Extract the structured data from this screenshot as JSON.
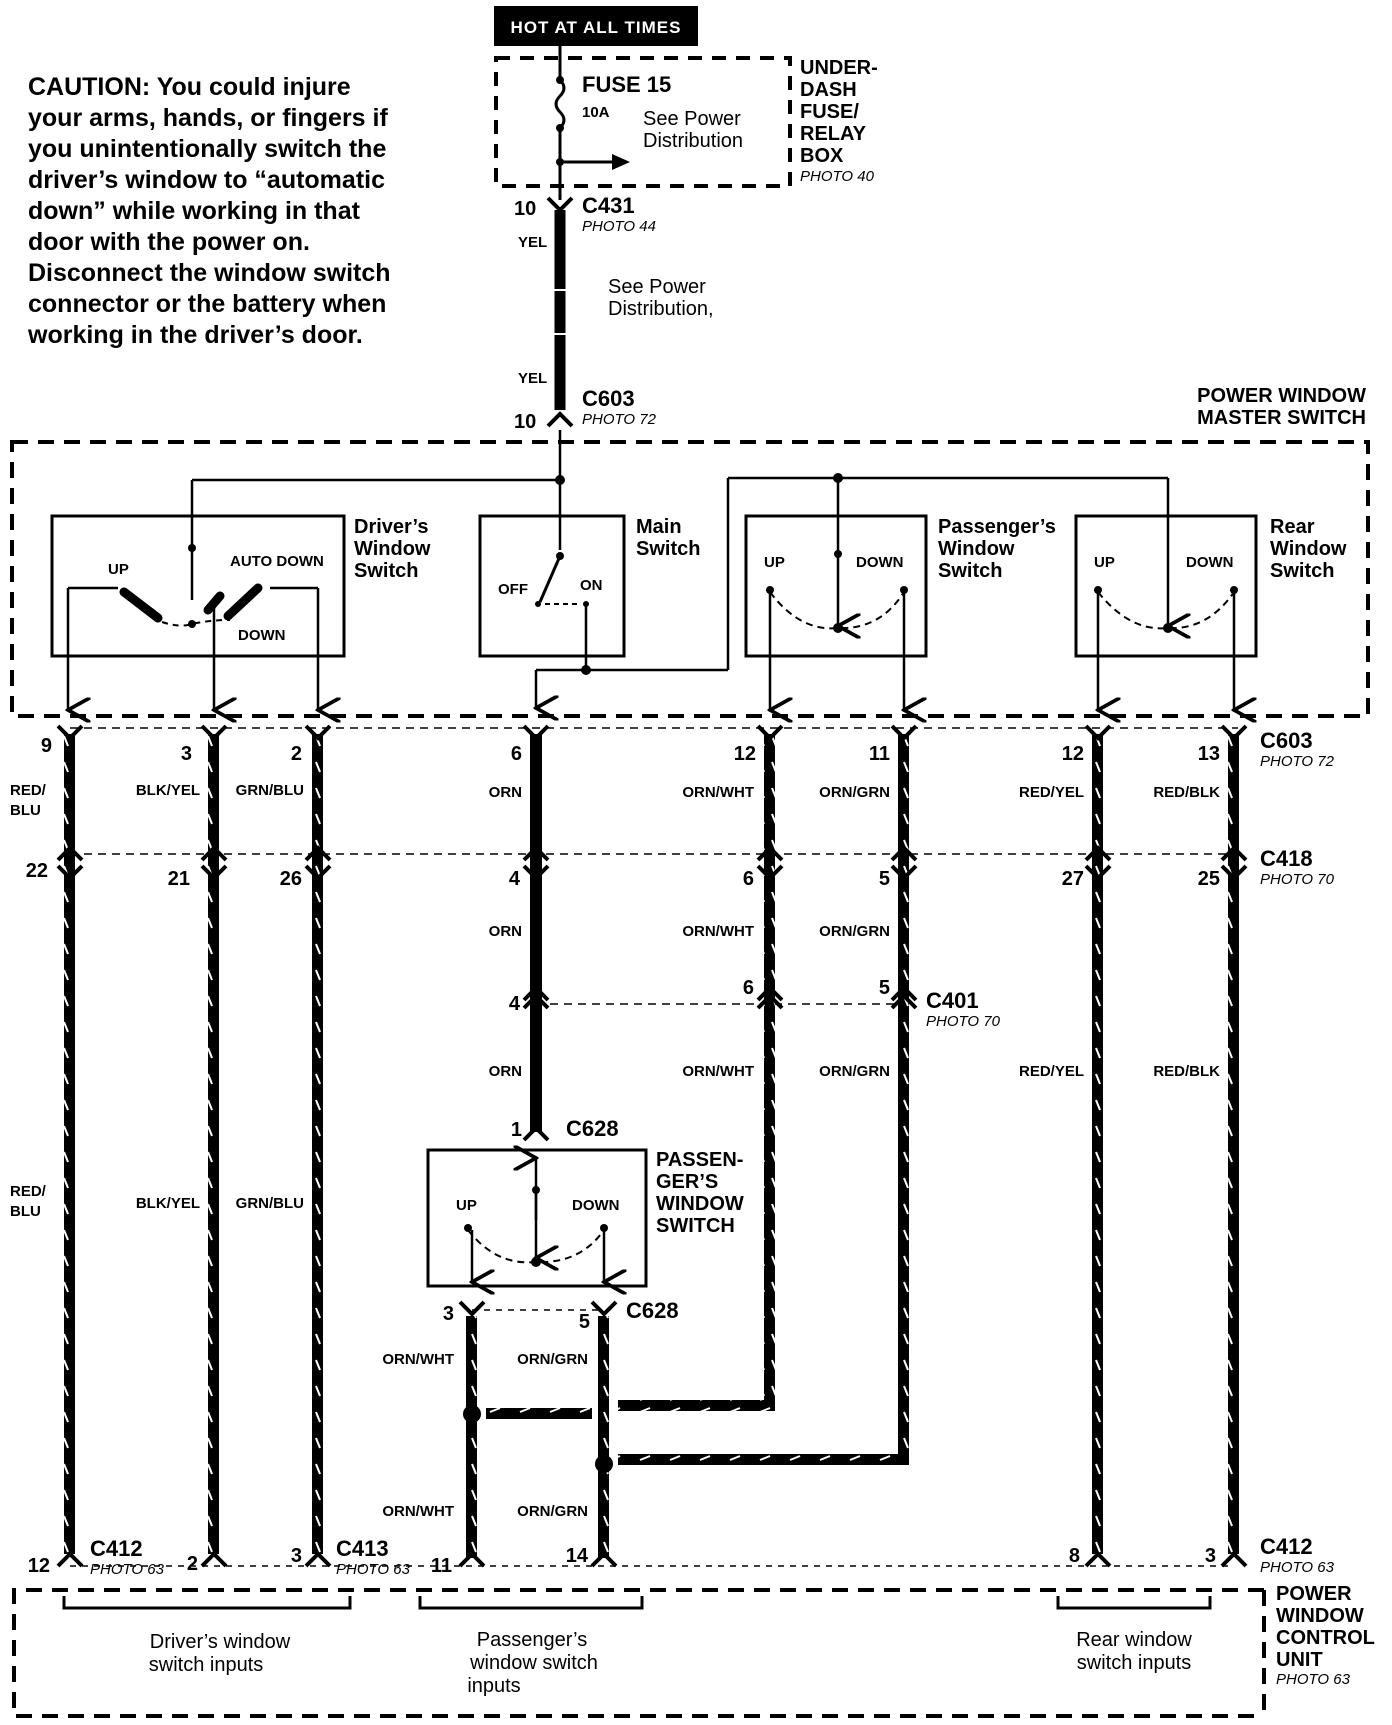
{
  "hot_label": "HOT AT ALL TIMES",
  "caution": "CAUTION: You could injure\nyour arms, hands, or fingers if\nyou unintentionally switch the\ndriver’s window to “automatic\ndown” while working in that\ndoor with the power on.\nDisconnect the window switch\nconnector or the battery when\nworking in the driver’s door.",
  "fuse": {
    "name": "FUSE 15",
    "rating": "10A",
    "note1": "See Power",
    "note2": "Distribution",
    "box": [
      "UNDER-",
      "DASH",
      "FUSE/",
      "RELAY",
      "BOX"
    ],
    "photo": "PHOTO 40"
  },
  "feed": {
    "c431": "C431",
    "c431_photo": "PHOTO 44",
    "c431_pin": "10",
    "yel": "YEL",
    "see1": "See Power",
    "see2": "Distribution,",
    "c603": "C603",
    "c603_photo": "PHOTO 72",
    "c603_pin": "10"
  },
  "master": {
    "title1": "POWER WINDOW",
    "title2": "MASTER SWITCH",
    "driver": [
      "Driver’s",
      "Window",
      "Switch"
    ],
    "main": [
      "Main",
      "Switch"
    ],
    "passenger": [
      "Passenger’s",
      "Window",
      "Switch"
    ],
    "rear": [
      "Rear",
      "Window",
      "Switch"
    ],
    "up": "UP",
    "down": "DOWN",
    "auto_down": "AUTO DOWN",
    "off": "OFF",
    "on": "ON"
  },
  "connectors": {
    "c603": "C603",
    "c603_photo": "PHOTO 72",
    "c418": "C418",
    "c418_photo": "PHOTO 70",
    "c401": "C401",
    "c401_photo": "PHOTO 70",
    "c628": "C628",
    "c412": "C412",
    "c412_photo": "PHOTO 63",
    "c413": "C413",
    "c413_photo": "PHOTO 63"
  },
  "wires": {
    "red_blu": [
      "RED/",
      "BLU"
    ],
    "blk_yel": "BLK/YEL",
    "grn_blu": "GRN/BLU",
    "orn": "ORN",
    "orn_wht": "ORN/WHT",
    "orn_grn": "ORN/GRN",
    "red_yel": "RED/YEL",
    "red_blk": "RED/BLK"
  },
  "pins": {
    "c603": [
      "9",
      "3",
      "2",
      "6",
      "12",
      "11",
      "12",
      "13"
    ],
    "c418": [
      "22",
      "21",
      "26",
      "4",
      "6",
      "5",
      "27",
      "25"
    ],
    "c401": [
      "4",
      "6",
      "5"
    ],
    "c628_top": "1",
    "c628_bottom": [
      "3",
      "5"
    ],
    "bottom": [
      "12",
      "2",
      "3",
      "11",
      "14",
      "8",
      "3"
    ]
  },
  "pass_switch": [
    "PASSEN-",
    "GER’S",
    "WINDOW",
    "SWITCH"
  ],
  "control_unit": {
    "title": [
      "POWER",
      "WINDOW",
      "CONTROL",
      "UNIT"
    ],
    "photo": "PHOTO 63",
    "driver_inputs": [
      "Driver’s window",
      "switch inputs"
    ],
    "passenger_inputs": [
      "Passenger’s",
      "window switch",
      "inputs"
    ],
    "rear_inputs": [
      "Rear window",
      "switch inputs"
    ]
  }
}
